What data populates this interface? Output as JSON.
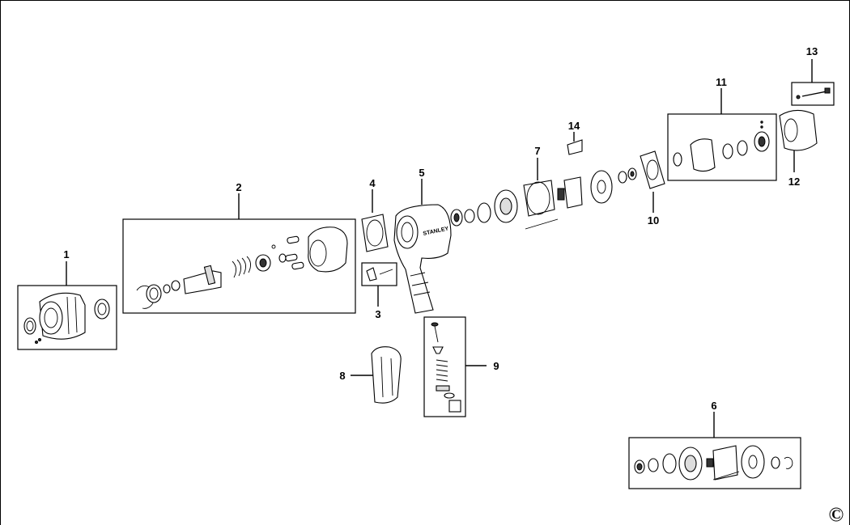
{
  "callouts": {
    "c1": "1",
    "c2": "2",
    "c3": "3",
    "c4": "4",
    "c5": "5",
    "c6": "6",
    "c7": "7",
    "c8": "8",
    "c9": "9",
    "c10": "10",
    "c11": "11",
    "c12": "12",
    "c13": "13",
    "c14": "14"
  },
  "brand": "STANLEY",
  "copyright_mark": "C"
}
